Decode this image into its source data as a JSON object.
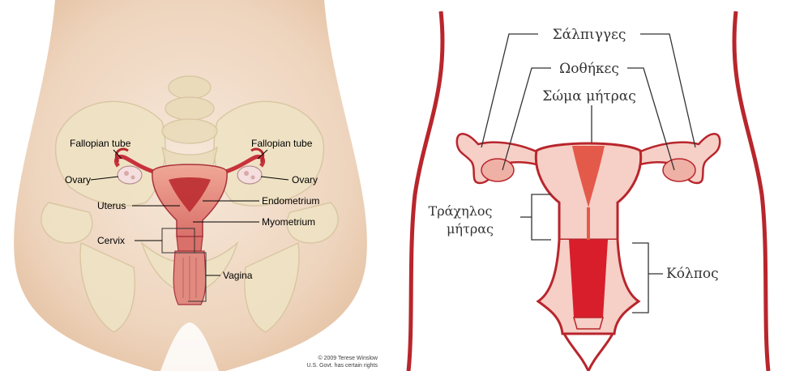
{
  "left_diagram": {
    "labels": {
      "fallopian_tube_left": "Fallopian tube",
      "fallopian_tube_right": "Fallopian tube",
      "ovary_left": "Ovary",
      "ovary_right": "Ovary",
      "uterus": "Uterus",
      "endometrium": "Endometrium",
      "myometrium": "Myometrium",
      "cervix": "Cervix",
      "vagina": "Vagina"
    },
    "credit_line1": "© 2009 Terese Winslow",
    "credit_line2": "U.S. Govt. has certain rights"
  },
  "right_diagram": {
    "labels": {
      "fallopian_tubes": "Σάλπιγγες",
      "ovaries": "Ωοθήκες",
      "uterus_body": "Σώμα μήτρας",
      "cervix_line1": "Τράχηλος",
      "cervix_line2": "μήτρας",
      "vagina": "Κόλπος"
    }
  },
  "colors": {
    "skin": "#f3e2d2",
    "bone": "#efe3c4",
    "uterus_red": "#c8323c",
    "outline_red": "#b8262c",
    "pink_fill": "#f6cfc7"
  }
}
